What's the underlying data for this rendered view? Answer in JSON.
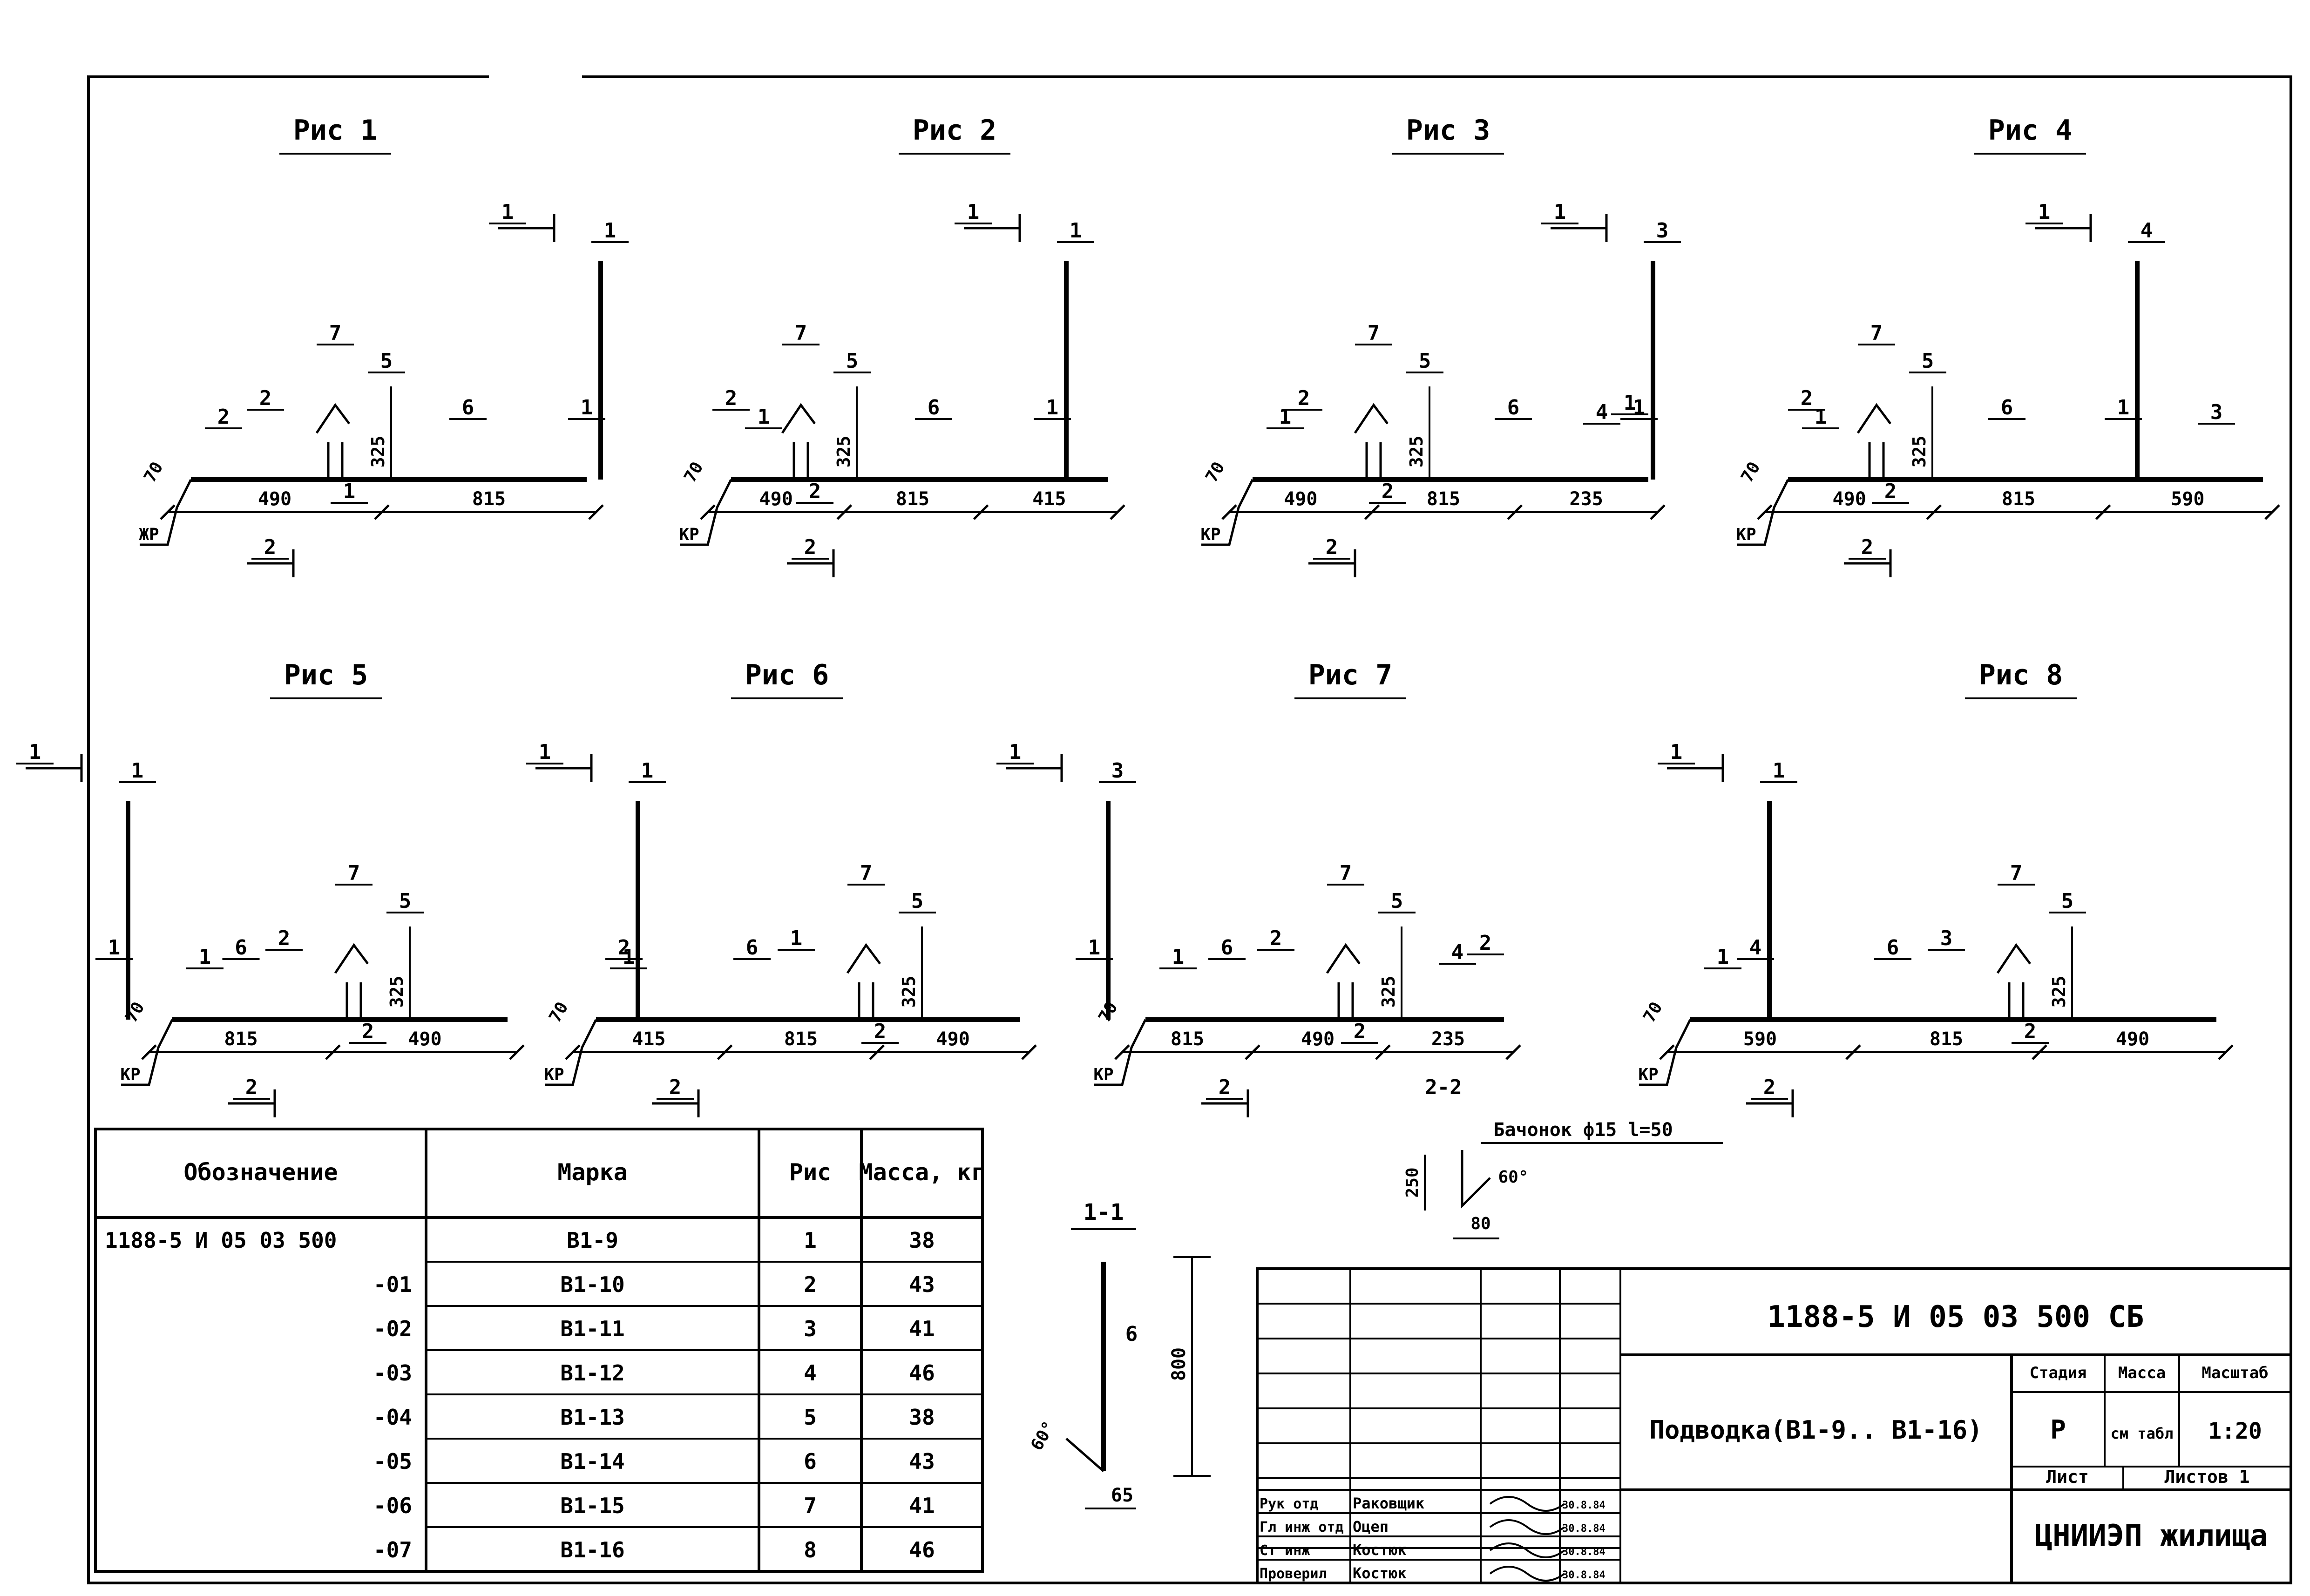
{
  "figures": [
    {
      "id": "fig1",
      "title": "Рис 1",
      "dims": [
        "490",
        "815"
      ],
      "callouts": [
        "7",
        "5",
        "6",
        "1",
        "2",
        "1",
        "1",
        "2",
        "2",
        "1"
      ],
      "angle": "70",
      "vdim": "325",
      "cap": "ЖР"
    },
    {
      "id": "fig2",
      "title": "Рис 2",
      "dims": [
        "490",
        "815",
        "415"
      ],
      "callouts": [
        "7",
        "5",
        "6",
        "1",
        "2",
        "2",
        "1",
        "1",
        "2",
        "1"
      ],
      "angle": "70",
      "vdim": "325",
      "cap": "КР"
    },
    {
      "id": "fig3",
      "title": "Рис 3",
      "dims": [
        "490",
        "815",
        "235"
      ],
      "callouts": [
        "7",
        "5",
        "6",
        "1",
        "2",
        "2",
        "1",
        "1",
        "2",
        "3",
        "4",
        "1"
      ],
      "angle": "70",
      "vdim": "325",
      "cap": "КР"
    },
    {
      "id": "fig4",
      "title": "Рис 4",
      "dims": [
        "490",
        "815",
        "590"
      ],
      "callouts": [
        "7",
        "5",
        "6",
        "1",
        "2",
        "2",
        "1",
        "1",
        "2",
        "4",
        "3"
      ],
      "angle": "70",
      "vdim": "325",
      "cap": "КР"
    },
    {
      "id": "fig5",
      "title": "Рис 5",
      "dims": [
        "815",
        "490"
      ],
      "callouts": [
        "7",
        "5",
        "6",
        "1",
        "2",
        "2",
        "1",
        "1",
        "2",
        "1"
      ],
      "angle": "70",
      "vdim": "325",
      "cap": "КР"
    },
    {
      "id": "fig6",
      "title": "Рис 6",
      "dims": [
        "415",
        "815",
        "490"
      ],
      "callouts": [
        "7",
        "5",
        "6",
        "2",
        "1",
        "2",
        "1",
        "1",
        "2",
        "1"
      ],
      "angle": "70",
      "vdim": "325",
      "cap": "КР"
    },
    {
      "id": "fig7",
      "title": "Рис 7",
      "dims": [
        "815",
        "490",
        "235"
      ],
      "callouts": [
        "7",
        "5",
        "6",
        "1",
        "2",
        "2",
        "1",
        "1",
        "2",
        "3",
        "4",
        "2"
      ],
      "angle": "70",
      "vdim": "325",
      "cap": "КР",
      "section": "2-2"
    },
    {
      "id": "fig8",
      "title": "Рис 8",
      "dims": [
        "590",
        "815",
        "490"
      ],
      "callouts": [
        "7",
        "5",
        "6",
        "4",
        "3",
        "2",
        "1",
        "1",
        "2",
        "1"
      ],
      "angle": "70",
      "vdim": "325",
      "cap": "КР"
    }
  ],
  "barrel_note": "Бачонок ф15 l=50",
  "barrel_detail": {
    "h": "250",
    "angle": "60°",
    "w": "80"
  },
  "section11": {
    "title": "1-1",
    "h": "800",
    "w": "65",
    "angle": "60°",
    "callout": "6"
  },
  "table": {
    "headers": [
      "Обозначение",
      "Марка",
      "Рис",
      "Масса, кг"
    ],
    "rows": [
      [
        "1188-5 И     05 03 500",
        "В1-9",
        "1",
        "38"
      ],
      [
        "-01",
        "В1-10",
        "2",
        "43"
      ],
      [
        "-02",
        "В1-11",
        "3",
        "41"
      ],
      [
        "-03",
        "В1-12",
        "4",
        "46"
      ],
      [
        "-04",
        "В1-13",
        "5",
        "38"
      ],
      [
        "-05",
        "В1-14",
        "6",
        "43"
      ],
      [
        "-06",
        "В1-15",
        "7",
        "41"
      ],
      [
        "-07",
        "В1-16",
        "8",
        "46"
      ]
    ]
  },
  "stamp": {
    "code": "1188-5 И     05 03 500 СБ",
    "title": "Подводка(В1-9.. В1-16)",
    "stage_label": "Стадия",
    "mass_label": "Масса",
    "scale_label": "Масштаб",
    "stage": "Р",
    "mass": "см табл",
    "scale": "1:20",
    "sheet_label": "Лист",
    "sheets_label": "Листов 1",
    "org": "ЦНИИЭП жилища",
    "signers": [
      {
        "role": "Рук отд",
        "name": "Раковщик",
        "date": "30.8.84"
      },
      {
        "role": "Гл инж отд",
        "name": "Оцеп",
        "date": "30.8.84"
      },
      {
        "role": "Ст инж",
        "name": "Костюк",
        "date": "30.8.84"
      },
      {
        "role": "Проверил",
        "name": "Костюк",
        "date": "30.8.84"
      }
    ]
  }
}
